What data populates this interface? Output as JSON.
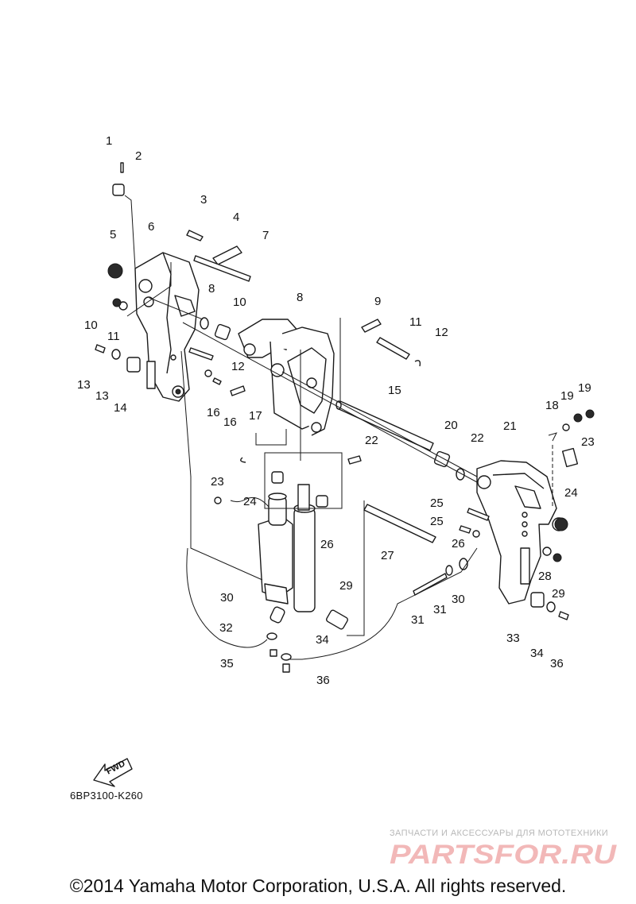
{
  "diagram": {
    "drawing_code": "6BP3100-K260",
    "fwd_label": "FWD",
    "callouts": [
      "1",
      "2",
      "3",
      "4",
      "5",
      "6",
      "7",
      "8",
      "8",
      "9",
      "10",
      "10",
      "11",
      "11",
      "12",
      "12",
      "13",
      "13",
      "14",
      "15",
      "16",
      "16",
      "17",
      "18",
      "19",
      "19",
      "20",
      "21",
      "22",
      "22",
      "23",
      "23",
      "24",
      "24",
      "25",
      "25",
      "26",
      "26",
      "27",
      "28",
      "29",
      "29",
      "30",
      "30",
      "31",
      "31",
      "32",
      "33",
      "34",
      "34",
      "35",
      "36",
      "36"
    ]
  },
  "watermark": {
    "caption": "ЗАПЧАСТИ И АКСЕССУАРЫ ДЛЯ МОТОТЕХНИКИ",
    "logo_text": "PARTSFOR.RU",
    "colors": {
      "logo": "#f2b8b8",
      "caption": "#b8b8b8"
    }
  },
  "footer": {
    "copyright": "©2014 Yamaha Motor Corporation, U.S.A. All rights reserved."
  }
}
